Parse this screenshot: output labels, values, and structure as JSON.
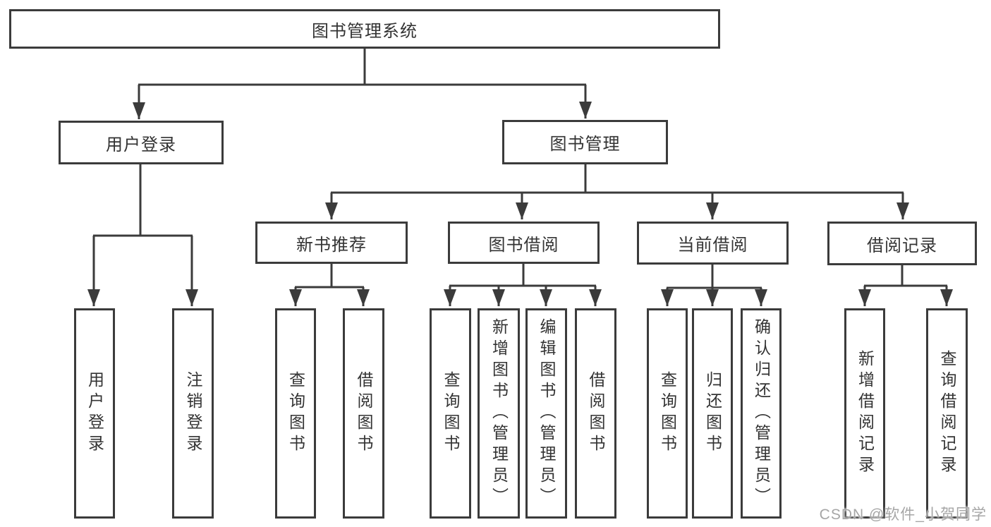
{
  "diagram": {
    "title": "图书管理系统",
    "branches": [
      {
        "label": "用户登录",
        "children": [
          {
            "label": "用户登录"
          },
          {
            "label": "注销登录"
          }
        ]
      },
      {
        "label": "图书管理",
        "children": [
          {
            "label": "新书推荐",
            "children": [
              {
                "label": "查询图书"
              },
              {
                "label": "借阅图书"
              }
            ]
          },
          {
            "label": "图书借阅",
            "children": [
              {
                "label": "查询图书"
              },
              {
                "label": "新增图书（管理员）"
              },
              {
                "label": "编辑图书（管理员）"
              },
              {
                "label": "借阅图书"
              }
            ]
          },
          {
            "label": "当前借阅",
            "children": [
              {
                "label": "查询图书"
              },
              {
                "label": "归还图书"
              },
              {
                "label": "确认归还（管理员）"
              }
            ]
          },
          {
            "label": "借阅记录",
            "children": [
              {
                "label": "新增借阅记录"
              },
              {
                "label": "查询借阅记录"
              }
            ]
          }
        ]
      }
    ]
  },
  "colors": {
    "line": "#3b3b3b",
    "box_border": "#3b3b3b",
    "text": "#333333",
    "watermark_text": "#a6a6a6",
    "background": "#ffffff"
  },
  "watermark": {
    "text": "CSDN @软件_小贺同学"
  }
}
